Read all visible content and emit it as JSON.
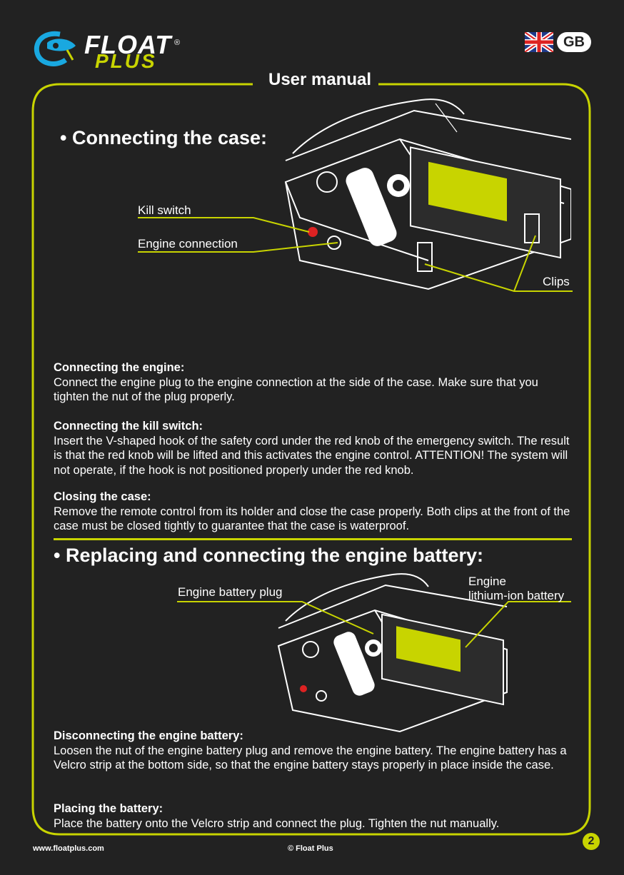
{
  "header": {
    "logo_top": "FLOAT",
    "logo_bottom": "PLUS",
    "logo_reg": "®",
    "language_badge": "GB"
  },
  "manual_title": "User manual",
  "section1": {
    "title": "• Connecting the case:",
    "labels": {
      "kill_switch": "Kill switch",
      "engine_connection": "Engine connection",
      "clips": "Clips"
    }
  },
  "paragraphs": {
    "engine": {
      "heading": "Connecting the engine:",
      "text": "Connect the engine plug to the engine connection at the side of the case. Make sure that you tighten the nut of the plug properly."
    },
    "kill_switch": {
      "heading": "Connecting the kill switch:",
      "text": "Insert the V-shaped hook of the safety cord under the red knob of the emergency switch. The result is that the red knob will be lifted and this activates the engine control. ATTENTION! The system will not operate, if the hook is not positioned properly under the red knob."
    },
    "closing": {
      "heading": "Closing the case:",
      "text": "Remove the remote control from its holder and close the case properly. Both clips at the front of the case must be closed tightly to guarantee that the case is waterproof."
    }
  },
  "section2": {
    "title": "• Replacing and connecting the engine battery:",
    "labels": {
      "battery_plug": "Engine battery plug",
      "battery_line1": "Engine",
      "battery_line2": "lithium-ion battery"
    }
  },
  "paragraphs2": {
    "disconnecting": {
      "heading": "Disconnecting the engine battery:",
      "text": "Loosen the nut of the engine battery plug and remove the engine battery. The engine battery has a Velcro strip at the bottom side, so that the engine battery stays properly in place inside the case."
    },
    "placing": {
      "heading": "Placing the battery:",
      "text": "Place the battery onto the Velcro strip and connect the plug. Tighten the nut manually."
    }
  },
  "footer": {
    "url": "www.floatplus.com",
    "copyright": "© Float Plus",
    "page_number": "2"
  },
  "colors": {
    "background": "#222222",
    "accent": "#c8d400",
    "text": "#ffffff"
  }
}
